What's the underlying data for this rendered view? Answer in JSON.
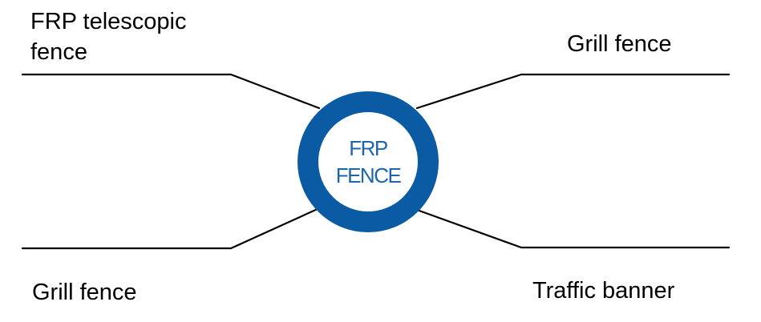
{
  "diagram": {
    "center": {
      "line1": "FRP",
      "line2": "FENCE",
      "ring_color": "#0a5ba3",
      "text_color": "#1d66ad"
    },
    "branches": {
      "top_left": {
        "line1": "FRP telescopic",
        "line2": "fence"
      },
      "top_right": {
        "label": "Grill fence"
      },
      "bottom_left": {
        "label": "Grill fence"
      },
      "bottom_right": {
        "label": "Traffic banner"
      }
    },
    "line_color": "#000000"
  }
}
